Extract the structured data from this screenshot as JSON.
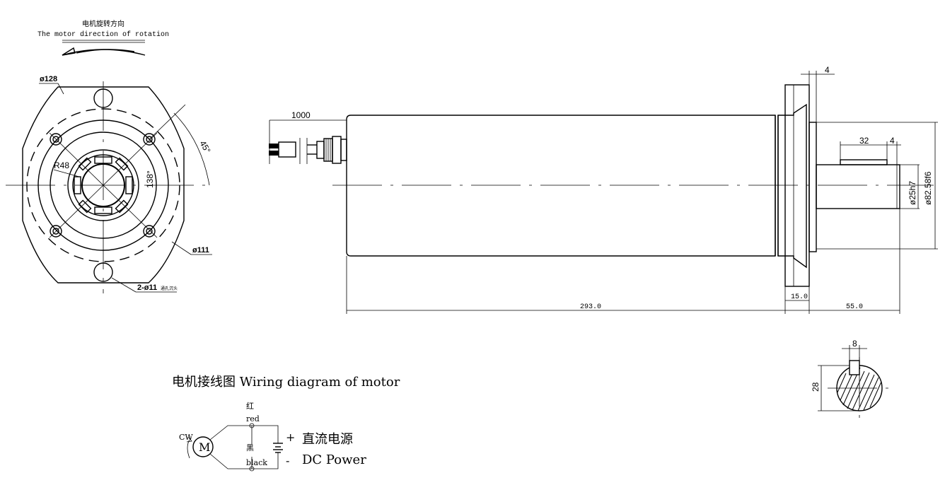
{
  "front_view": {
    "rotation_title_cn": "电机旋转方向",
    "rotation_title_en": "The motor direction of rotation",
    "dia_outer": "ø128",
    "dia_bolt": "ø111",
    "radius": "R48",
    "angle_45": "45°",
    "angle_138": "138°",
    "holes": "2-ø11",
    "holes_note": "通孔沉头"
  },
  "side_view": {
    "cable_length": "1000",
    "flange_thickness": "4",
    "body_length": "293.0",
    "flange_width": "15.0",
    "shaft_length": "55.0",
    "key_length": "32",
    "key_offset": "4",
    "shaft_dia": "ø25h7",
    "spigot_dia": "ø82.58f6"
  },
  "key_section": {
    "key_width": "8",
    "key_height": "28"
  },
  "wiring": {
    "title": "电机接线图 Wiring diagram of motor",
    "red_cn": "红",
    "red_en": "red",
    "black_cn": "黑",
    "black_en": "black",
    "motor_label": "M",
    "direction": "CW",
    "plus": "+",
    "minus": "-",
    "power_cn": "直流电源",
    "power_en": "DC Power"
  }
}
